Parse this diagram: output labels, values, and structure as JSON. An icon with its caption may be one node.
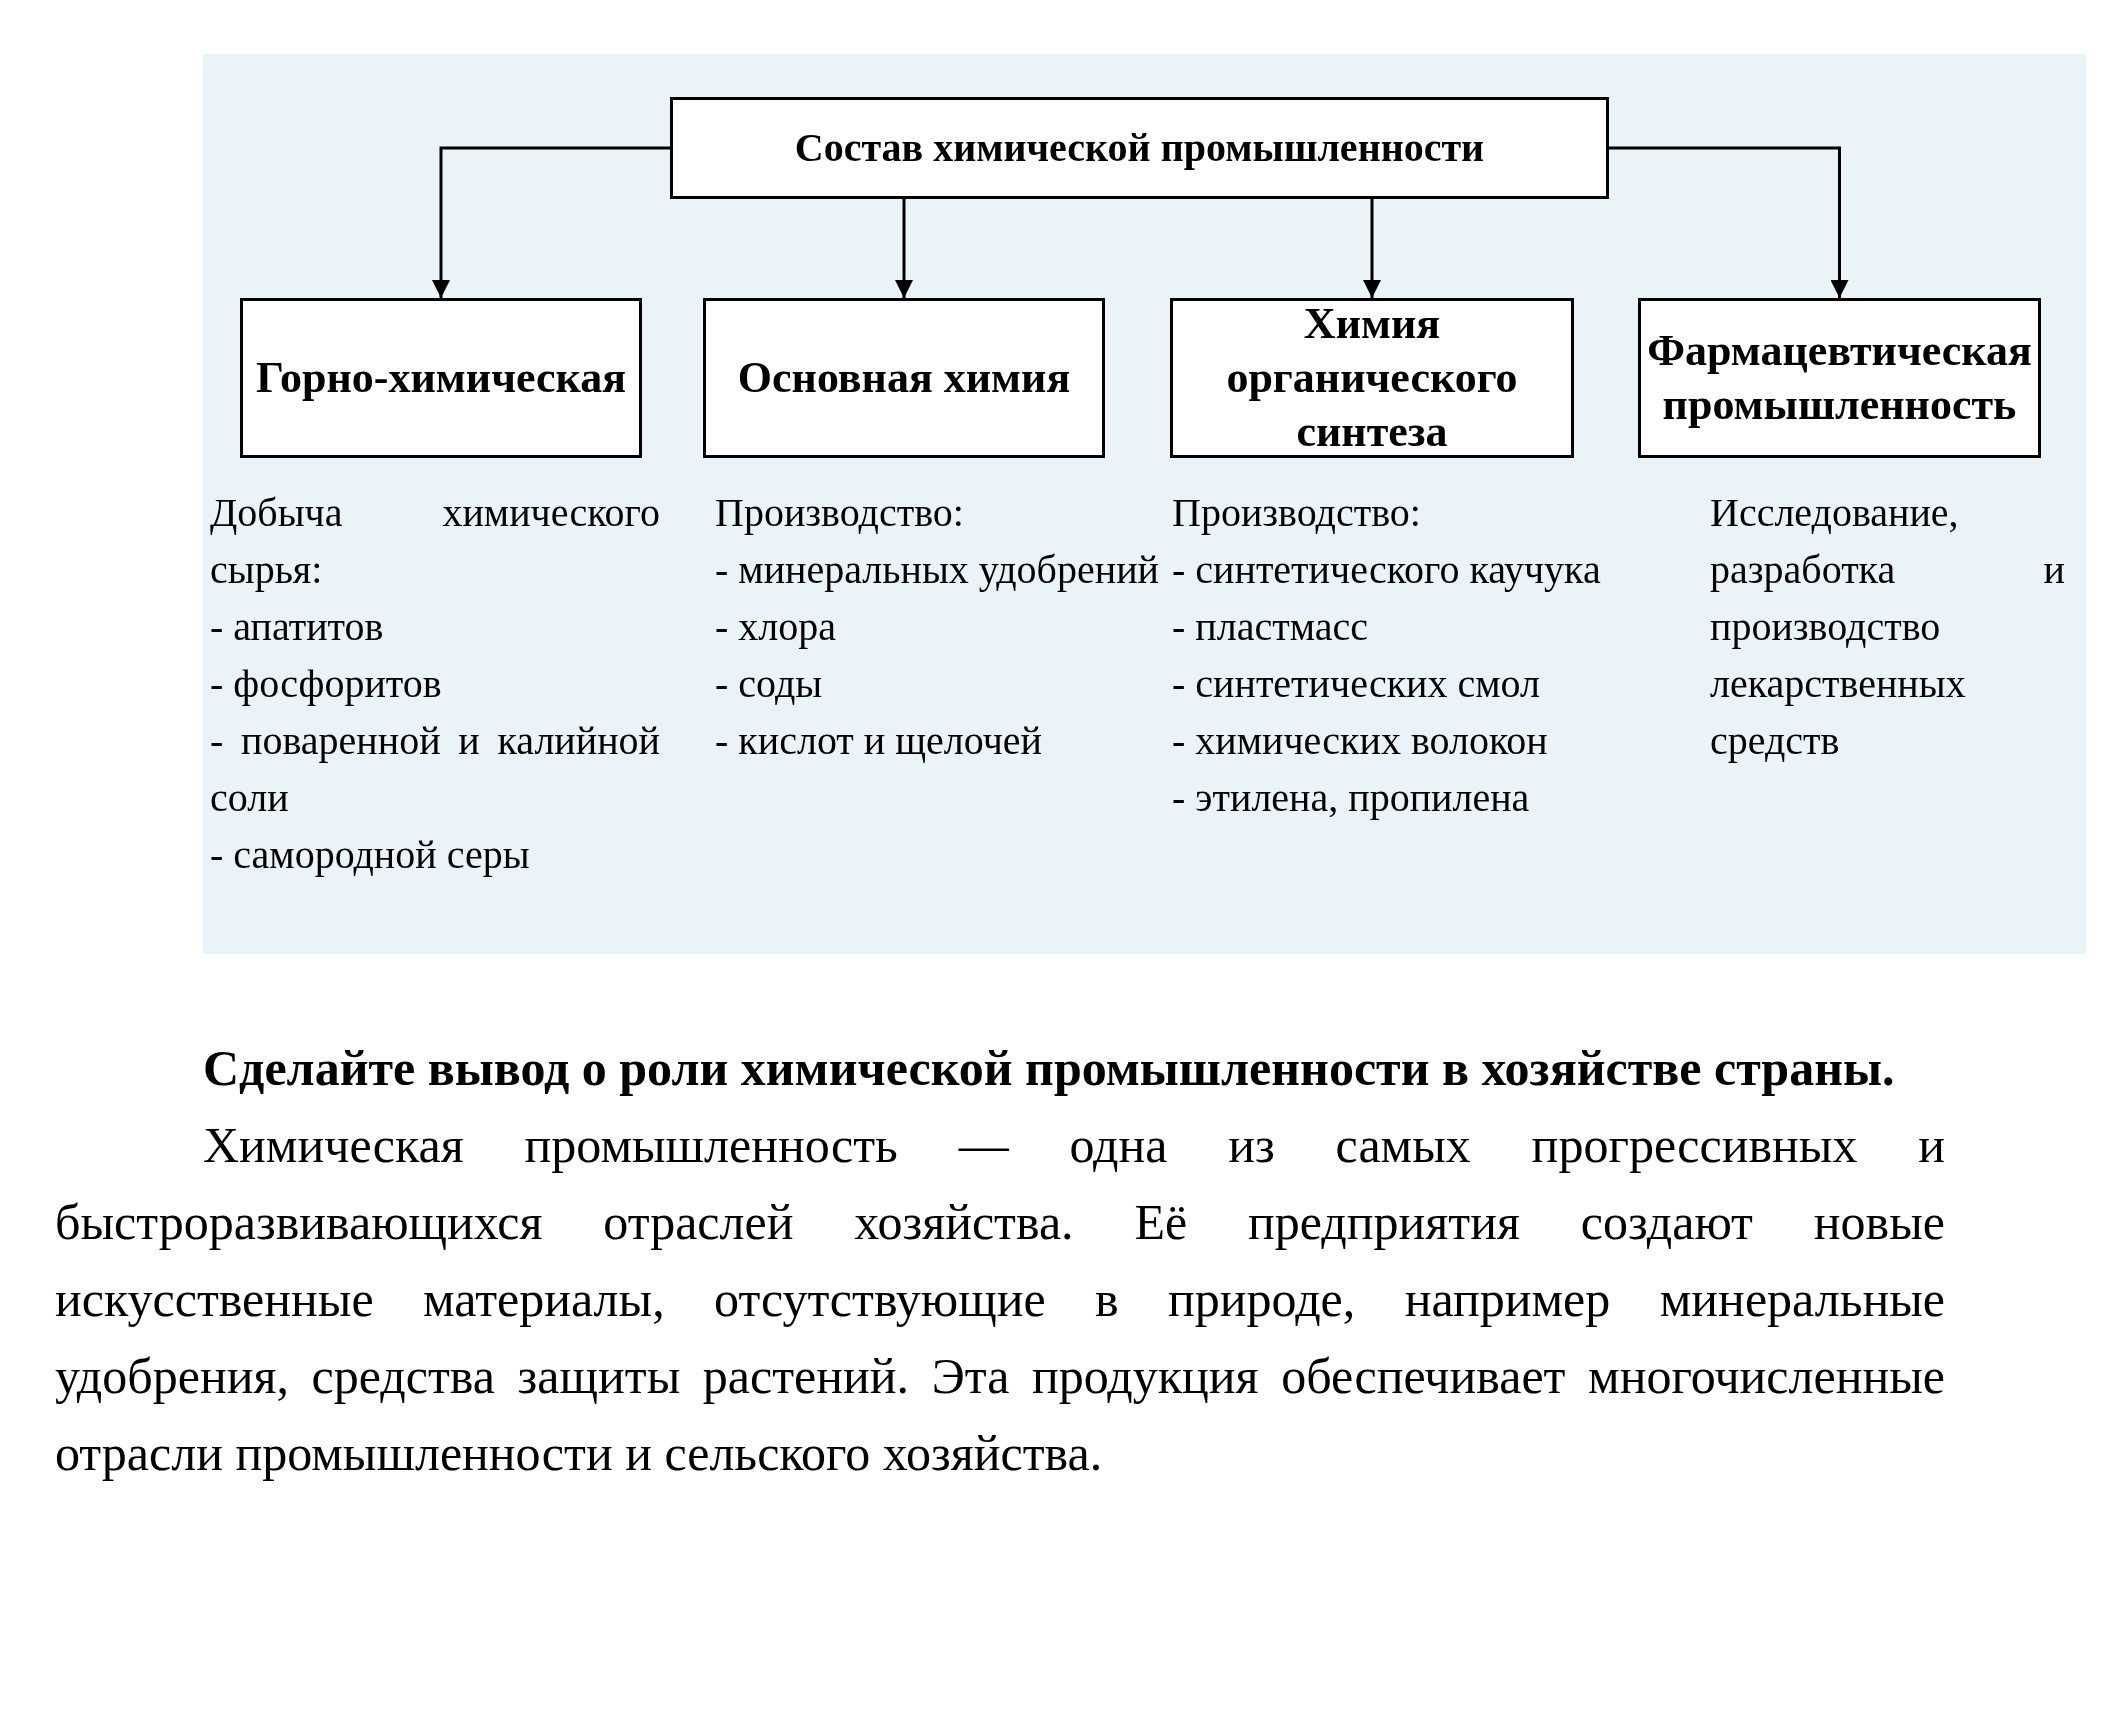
{
  "diagram": {
    "nodes": [
      {
        "text": [
          "Состав химической промышленности"
        ]
      },
      {
        "text": [
          "Горно-химическая"
        ],
        "beside": [
          "Добыча химического сырья:",
          "- апатитов",
          "- фосфоритов",
          "- поваренной и калийной соли",
          "- самородной серы"
        ]
      },
      {
        "text": [
          "Основная химия"
        ],
        "beside": [
          "Производство:",
          "- минеральных удобрений",
          "- хлора",
          "- соды",
          "- кислот и щелочей"
        ]
      },
      {
        "text": [
          "Химия органического синтеза"
        ],
        "beside": [
          "Производство:",
          "- синтетического каучука",
          "- пластмасс",
          "- синтетических смол",
          "- химических волокон",
          "- этилена, пропилена"
        ]
      },
      {
        "text": [
          "Фармацевтическая промышленность"
        ],
        "beside": [
          "Исследование, разработка и производство лекарственных средств"
        ]
      }
    ],
    "edges": [
      {
        "from": 0,
        "to": 1,
        "arrow": "to"
      },
      {
        "from": 0,
        "to": 2,
        "arrow": "to"
      },
      {
        "from": 0,
        "to": 3,
        "arrow": "to"
      },
      {
        "from": 0,
        "to": 4,
        "arrow": "to"
      }
    ],
    "labels": [
      "Сделайте вывод о роли химической промышленности в хозяйстве страны.",
      "Химическая промышленность — одна из самых прогрессивных и быстроразвивающихся отраслей хозяйства. Её предприятия создают новые искусственные материалы, отсутствующие в природе, например минеральные удобрения, средства защиты растений. Эта продукция обеспечивает многочисленные отрасли промышленности и сельского хозяйства."
    ]
  }
}
